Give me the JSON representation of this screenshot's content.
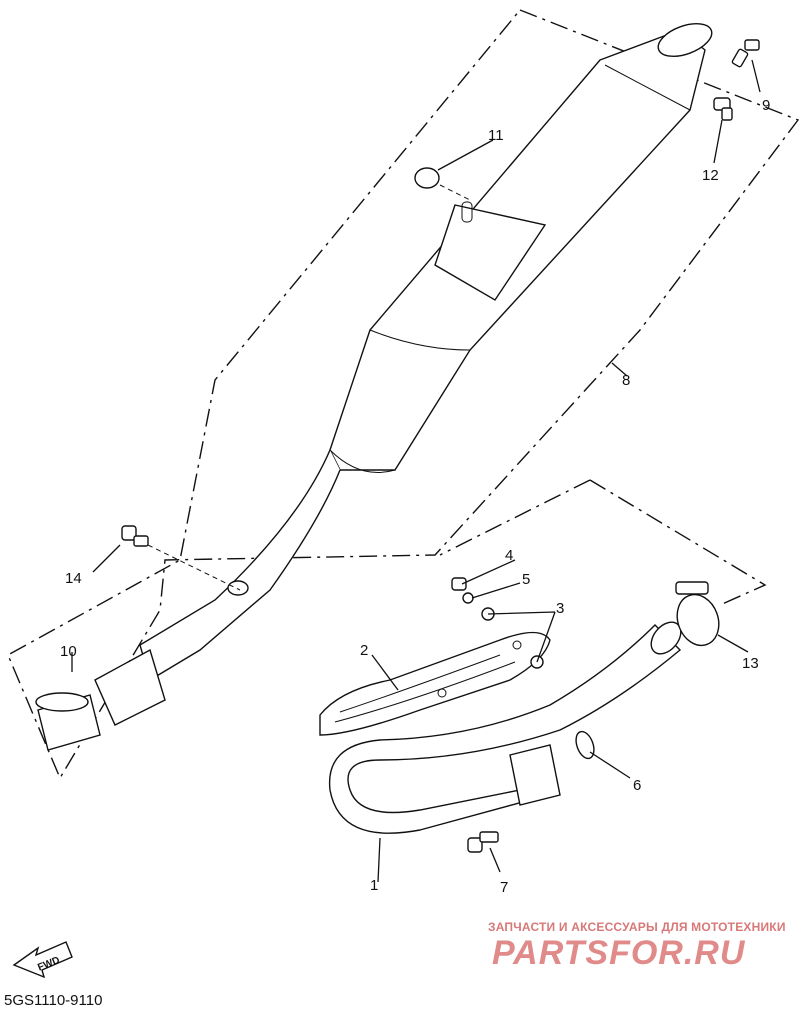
{
  "diagram": {
    "part_labels": [
      "1",
      "2",
      "3",
      "4",
      "5",
      "6",
      "7",
      "8",
      "9",
      "10",
      "11",
      "12",
      "13",
      "14"
    ],
    "fwd_arrow": "FWD",
    "drawing_code": "5GS1110-9110"
  },
  "watermark": {
    "caption": "ЗАПЧАСТИ И АКСЕССУАРЫ ДЛЯ МОТОТЕХНИКИ",
    "logo": "PARTSFOR.RU",
    "color": "#e08a8a"
  }
}
